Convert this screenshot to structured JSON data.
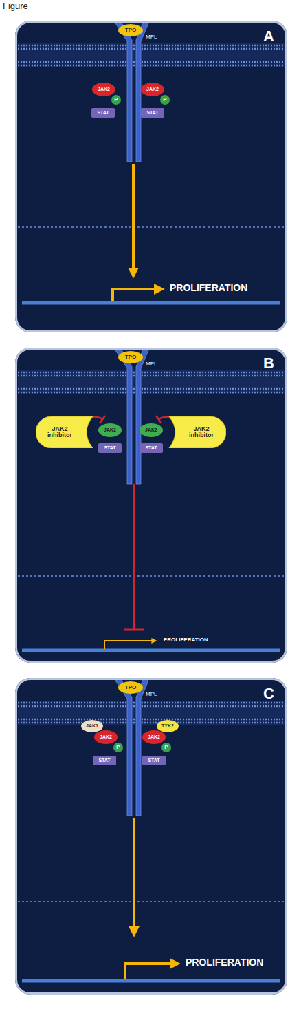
{
  "diagram": {
    "nodes": [
      {
        "text": [
          "A"
        ]
      },
      {
        "text": [
          "TPO"
        ],
        "in": 0
      },
      {
        "text": [
          "JAK2"
        ],
        "in": 0
      },
      {
        "text": [
          "P"
        ],
        "in": 0
      },
      {
        "text": [
          "STAT"
        ],
        "in": 0
      },
      {
        "text": [
          "JAK2"
        ],
        "in": 0
      },
      {
        "text": [
          "P"
        ],
        "in": 0
      },
      {
        "text": [
          "STAT"
        ],
        "in": 0
      },
      {
        "text": [
          "B"
        ]
      },
      {
        "text": [
          "TPO"
        ],
        "in": 8
      },
      {
        "text": [
          "JAK2 inhibitor"
        ],
        "in": 8
      },
      {
        "text": [
          "JAK2"
        ],
        "in": 8
      },
      {
        "text": [
          "JAK2"
        ],
        "in": 8
      },
      {
        "text": [
          "JAK2 inhibitor"
        ],
        "in": 8
      },
      {
        "text": [
          "STAT"
        ],
        "in": 8
      },
      {
        "text": [
          "STAT"
        ],
        "in": 8
      },
      {
        "text": [
          "C"
        ]
      },
      {
        "text": [
          "TPO"
        ],
        "in": 16
      },
      {
        "text": [
          "JAK1"
        ],
        "in": 16
      },
      {
        "text": [
          "JAK2"
        ],
        "in": 16
      },
      {
        "text": [
          "P"
        ],
        "in": 16
      },
      {
        "text": [
          "TYK2"
        ],
        "in": 16
      },
      {
        "text": [
          "JAK2"
        ],
        "in": 16
      },
      {
        "text": [
          "P"
        ],
        "in": 16
      },
      {
        "text": [
          "STAT"
        ],
        "in": 16
      },
      {
        "text": [
          "STAT"
        ],
        "in": 16
      }
    ],
    "labels": [
      "Figure",
      "MPL",
      "PROLIFERATION",
      "MPL",
      "PROLIFERATION",
      "MPL",
      "PROLIFERATION"
    ]
  }
}
